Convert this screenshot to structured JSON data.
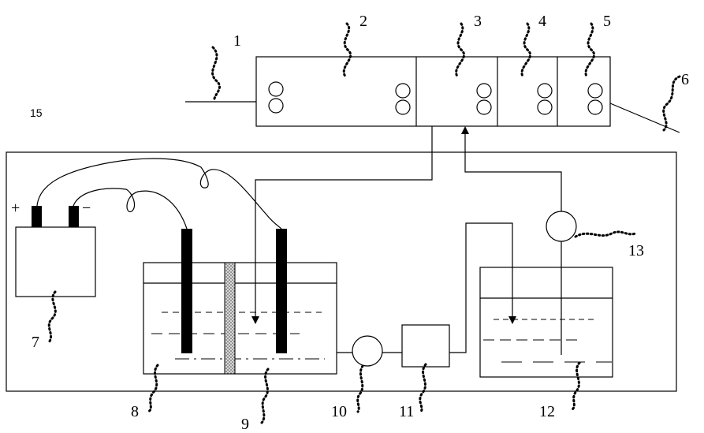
{
  "labels": {
    "l1": "1",
    "l2": "2",
    "l3": "3",
    "l4": "4",
    "l5": "5",
    "l6": "6",
    "l7": "7",
    "l8": "8",
    "l9": "9",
    "l10": "10",
    "l11": "11",
    "l12": "12",
    "l13": "13",
    "l15": "15",
    "plus": "+",
    "minus": "−"
  }
}
